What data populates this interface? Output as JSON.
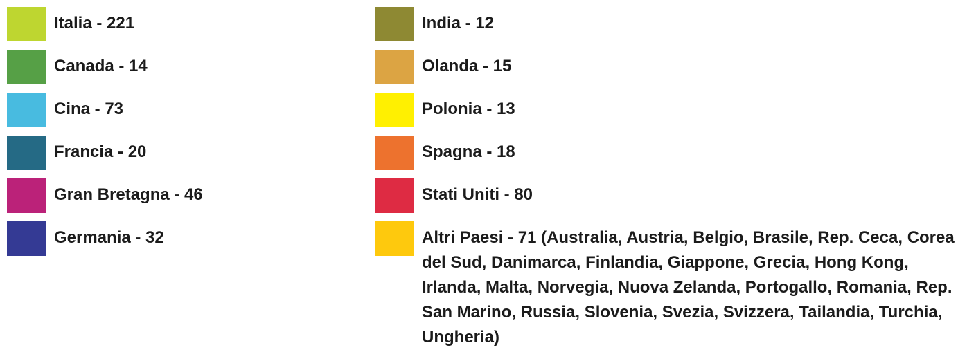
{
  "chart_data": {
    "type": "legend",
    "items": [
      {
        "label": "Italia",
        "value": 221,
        "color": "#bed630",
        "text": "Italia - 221"
      },
      {
        "label": "Canada",
        "value": 14,
        "color": "#56a046",
        "text": "Canada - 14"
      },
      {
        "label": "Cina",
        "value": 73,
        "color": "#48bbe0",
        "text": "Cina - 73"
      },
      {
        "label": "Francia",
        "value": 20,
        "color": "#256a85",
        "text": "Francia - 20"
      },
      {
        "label": "Gran Bretagna",
        "value": 46,
        "color": "#bb2279",
        "text": "Gran Bretagna - 46"
      },
      {
        "label": "Germania",
        "value": 32,
        "color": "#343a94",
        "text": "Germania - 32"
      },
      {
        "label": "India",
        "value": 12,
        "color": "#8e8933",
        "text": "India - 12"
      },
      {
        "label": "Olanda",
        "value": 15,
        "color": "#dca443",
        "text": "Olanda - 15"
      },
      {
        "label": "Polonia",
        "value": 13,
        "color": "#fff001",
        "text": "Polonia - 13"
      },
      {
        "label": "Spagna",
        "value": 18,
        "color": "#ed722e",
        "text": "Spagna - 18"
      },
      {
        "label": "Stati Uniti",
        "value": 80,
        "color": "#de2b43",
        "text": "Stati Uniti - 80"
      },
      {
        "label": "Altri Paesi",
        "value": 71,
        "color": "#fec90d",
        "text": "Altri Paesi - 71  (Australia, Austria, Belgio, Brasile, Rep. Ceca, Corea del Sud, Danimarca, Finlandia, Giappone, Grecia, Hong Kong, Irlanda, Malta, Norvegia, Nuova Zelanda, Portogallo, Romania, Rep. San Marino, Russia, Slovenia, Svezia, Svizzera, Tailandia, Turchia, Ungheria)"
      }
    ]
  }
}
